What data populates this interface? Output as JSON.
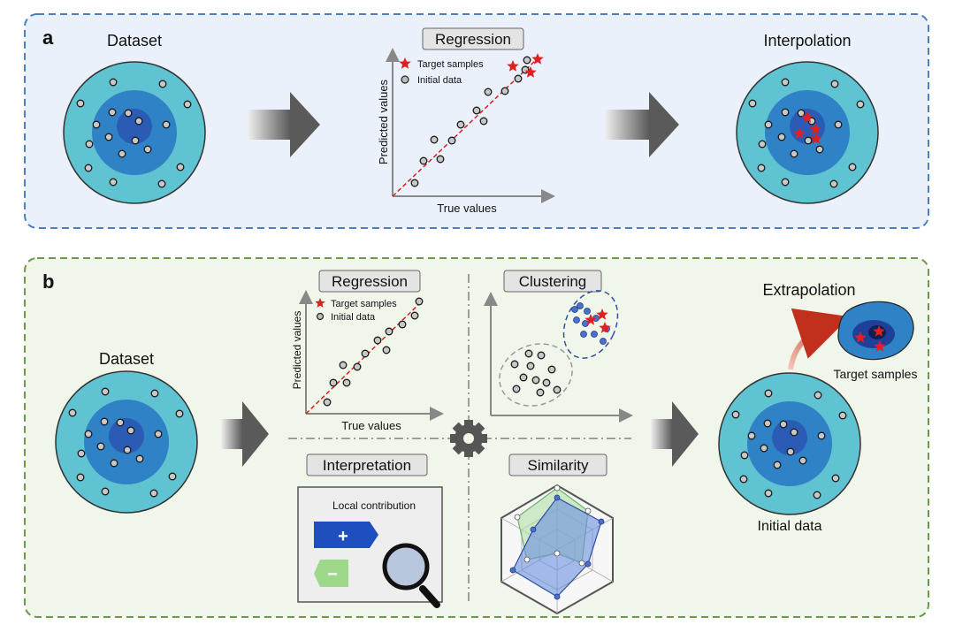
{
  "panel_a": {
    "letter": "a",
    "dataset_label": "Dataset",
    "regression_title": "Regression",
    "legend_target": "Target samples",
    "legend_initial": "Initial data",
    "ylabel": "Predicted values",
    "xlabel": "True values",
    "interpolation_label": "Interpolation"
  },
  "panel_b": {
    "letter": "b",
    "dataset_label": "Dataset",
    "regression_title": "Regression",
    "legend_target": "Target samples",
    "legend_initial": "Initial data",
    "ylabel": "Predicted values",
    "xlabel": "True values",
    "clustering_title": "Clustering",
    "interpretation_title": "Interpretation",
    "local_contribution": "Local contribution",
    "plus": "+",
    "minus": "−",
    "similarity_title": "Similarity",
    "extrapolation_label": "Extrapolation",
    "target_samples_label": "Target samples",
    "initial_data_label": "Initial data"
  },
  "colors": {
    "panel_a_border": "#4a7fc1",
    "panel_a_fill": "#eaf1fa",
    "panel_b_border": "#6a9a4a",
    "panel_b_fill": "#f1f6ea",
    "outer_ring": "#5fc3d2",
    "middle_ring": "#2f82c6",
    "inner_core": "#2a5bb5",
    "target_red": "#e02020",
    "fit_line": "#d62020",
    "positive_bar": "#1f4fbf",
    "negative_bar": "#9ed88a"
  }
}
